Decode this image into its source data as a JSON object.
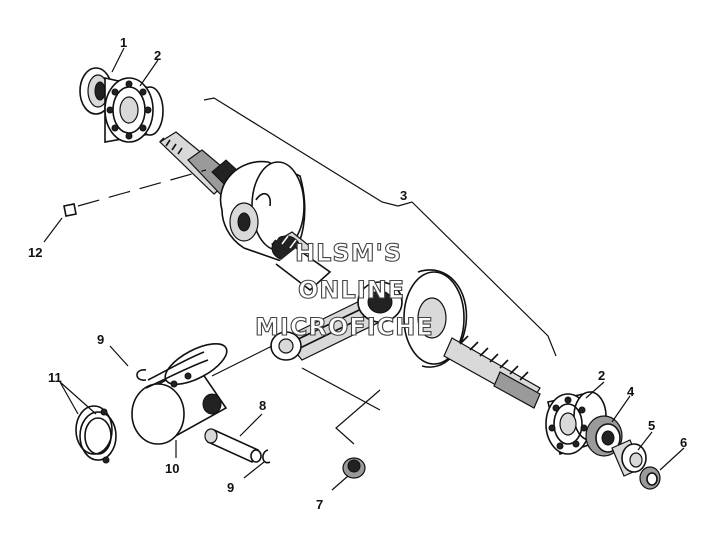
{
  "diagram": {
    "callouts": [
      {
        "id": "c1",
        "text": "1"
      },
      {
        "id": "c2a",
        "text": "2"
      },
      {
        "id": "c2b",
        "text": "2"
      },
      {
        "id": "c3",
        "text": "3"
      },
      {
        "id": "c4",
        "text": "4"
      },
      {
        "id": "c5",
        "text": "5"
      },
      {
        "id": "c6",
        "text": "6"
      },
      {
        "id": "c7",
        "text": "7"
      },
      {
        "id": "c8",
        "text": "8"
      },
      {
        "id": "c9a",
        "text": "9"
      },
      {
        "id": "c9b",
        "text": "9"
      },
      {
        "id": "c10",
        "text": "10"
      },
      {
        "id": "c11",
        "text": "11"
      },
      {
        "id": "c12",
        "text": "12"
      }
    ],
    "watermark": {
      "line1": "HLSM'S",
      "line2": "ONLINE",
      "line3": "MICROFICHE"
    }
  }
}
